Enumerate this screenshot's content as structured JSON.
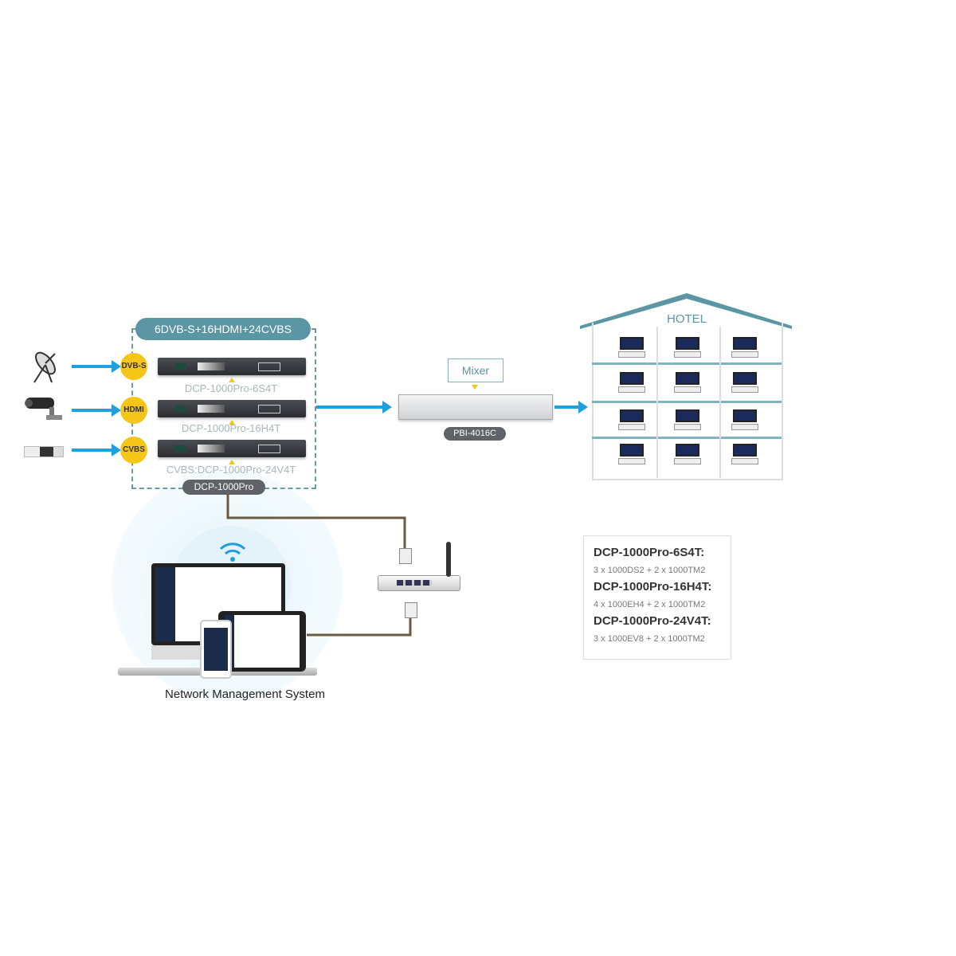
{
  "header_pill": "6DVB-S+16HDMI+24CVBS",
  "inputs": [
    {
      "icon": "satellite-dish-icon",
      "badge": "DVB-S",
      "device_label": "DCP-1000Pro-6S4T"
    },
    {
      "icon": "cctv-camera-icon",
      "badge": "HDMI",
      "device_label": "DCP-1000Pro-16H4T"
    },
    {
      "icon": "receiver-box-icon",
      "badge": "CVBS",
      "device_label": "CVBS:DCP-1000Pro-24V4T"
    }
  ],
  "platform_pill": "DCP-1000Pro",
  "mixer_label": "Mixer",
  "mixer_device_pill": "PBI-4016C",
  "hotel_label": "HOTEL",
  "nms_label": "Network Management System",
  "specs": [
    {
      "model": "DCP-1000Pro-6S4T:",
      "config": "3 x 1000DS2 + 2 x 1000TM2"
    },
    {
      "model": "DCP-1000Pro-16H4T:",
      "config": "4 x 1000EH4 + 2 x 1000TM2"
    },
    {
      "model": "DCP-1000Pro-24V4T:",
      "config": "3 x 1000EV8 + 2 x 1000TM2"
    }
  ],
  "colors": {
    "teal": "#5b96a4",
    "arrow": "#1fa0dd",
    "badge": "#f5c518",
    "cable": "#6b5a40"
  }
}
